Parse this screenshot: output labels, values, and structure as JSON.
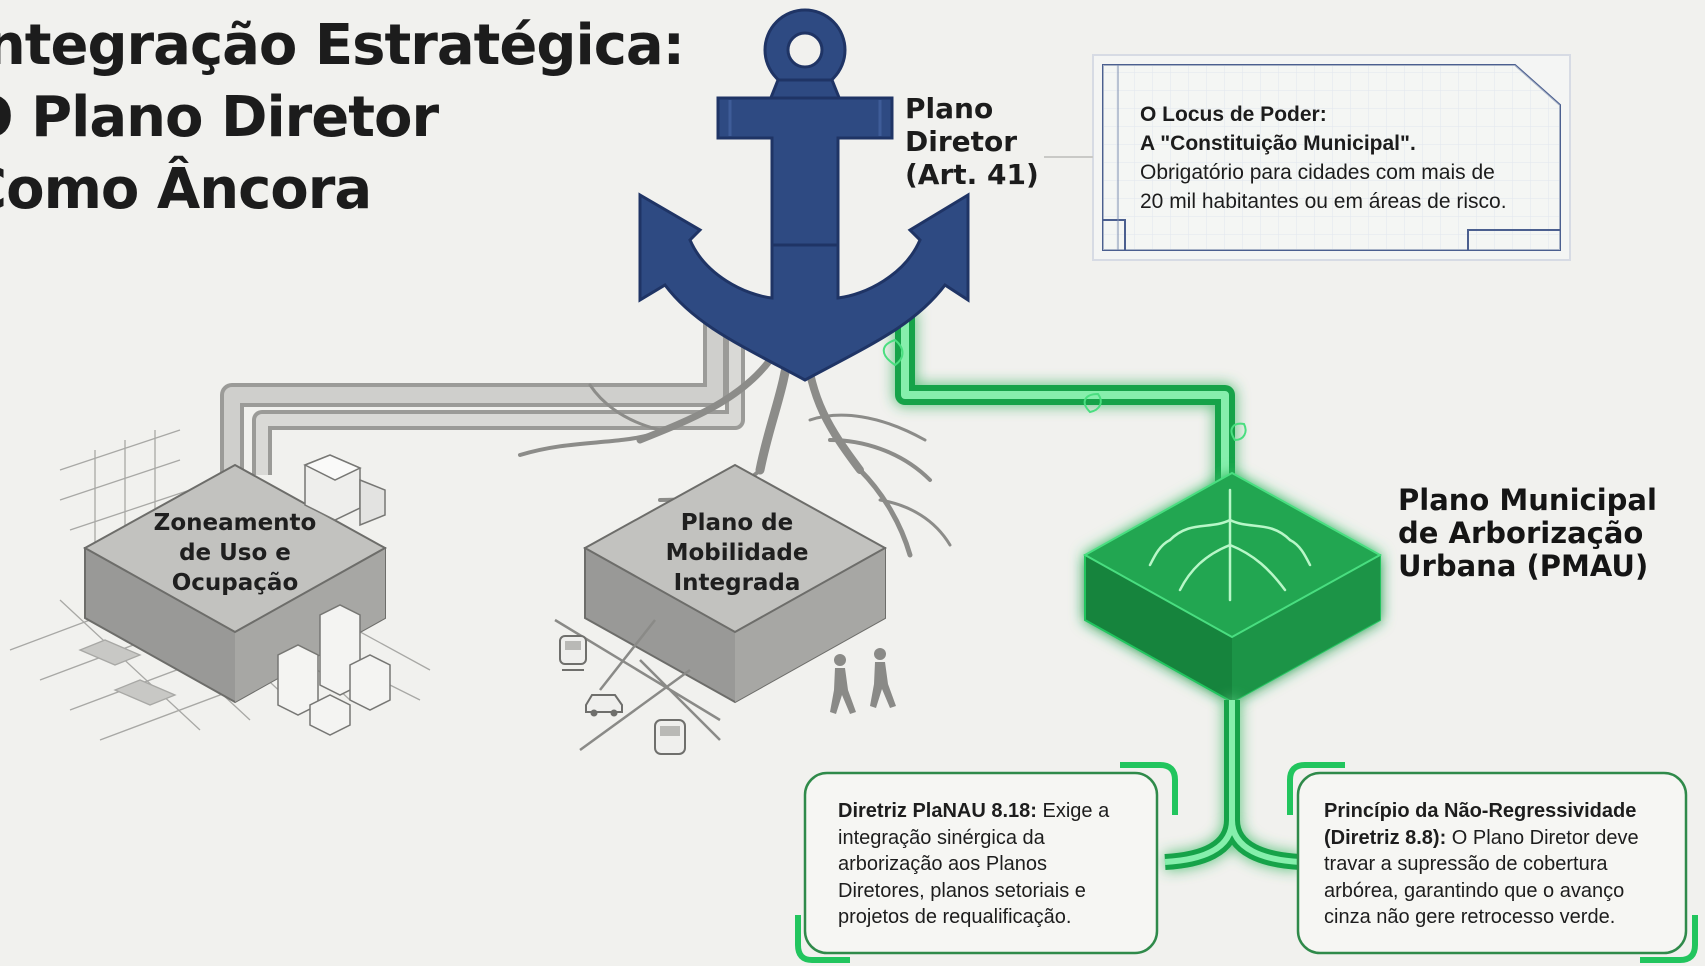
{
  "title": {
    "line1": "Integração Estratégica:",
    "line2": "O Plano Diretor",
    "line3": "Como Âncora"
  },
  "anchor": {
    "line1": "Plano",
    "line2": "Diretor",
    "line3": "(Art. 41)"
  },
  "locus": {
    "heading": "O Locus de Poder:",
    "subheading": "A \"Constituição Municipal\".",
    "desc_line1": "Obrigatório para cidades com mais de",
    "desc_line2": "20 mil habitantes ou em áreas de risco."
  },
  "zoning": {
    "line1": "Zoneamento",
    "line2": "de Uso e",
    "line3": "Ocupação"
  },
  "mobility": {
    "line1": "Plano de",
    "line2": "Mobilidade",
    "line3": "Integrada"
  },
  "pmau": {
    "line1": "Plano Municipal",
    "line2": "de Arborização",
    "line3": "Urbana (PMAU)"
  },
  "card_left": {
    "bold": "Diretriz PlaNAU 8.18:",
    "l1": " Exige a",
    "l2": "integração sinérgica da",
    "l3": "arborização aos Planos",
    "l4": "Diretores, planos setoriais e",
    "l5": "projetos de requalificação."
  },
  "card_right": {
    "bold1": "Princípio da Não-Regressividade",
    "bold2": "(Diretriz 8.8):",
    "l1": " O Plano Diretor deve",
    "l2": "travar a supressão de cobertura",
    "l3": "arbórea, garantindo que o avanço",
    "l4": "cinza não gere retrocesso verde."
  },
  "colors": {
    "anchor": "#2e4a82",
    "anchor_dark": "#1f3465",
    "green": "#22c55e",
    "green_dark": "#15803d",
    "gray_block": "#b7b7b4",
    "gray_pipe": "#c9c9c6",
    "card_border": "#2f8a4a"
  },
  "icons": [
    "anchor-icon",
    "train-icon",
    "car-icon",
    "bus-icon",
    "pedestrians-icon",
    "roots-icon",
    "leaf-icon",
    "city-buildings-icon",
    "blueprint-icon"
  ]
}
